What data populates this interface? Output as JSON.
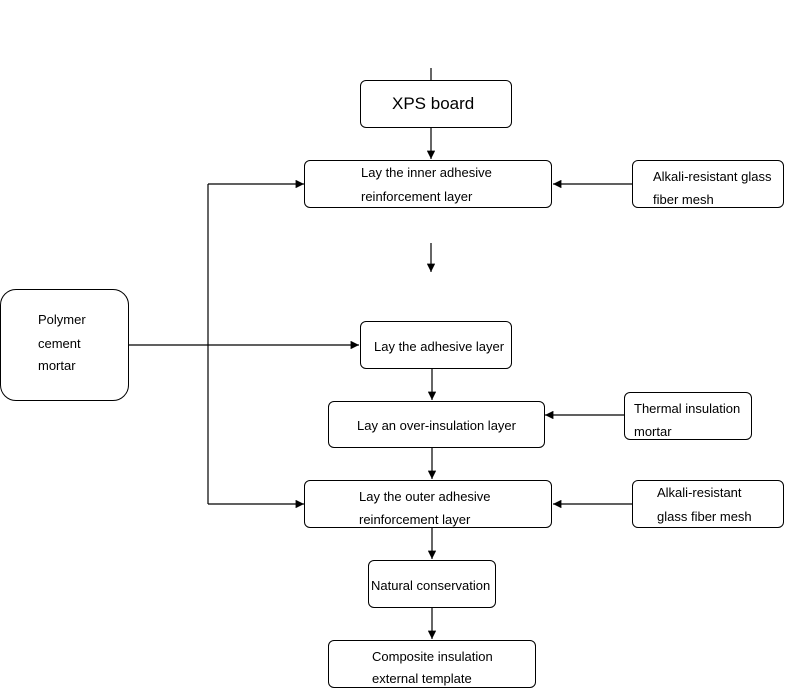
{
  "nodes": {
    "xps_board": {
      "lines": [
        "XPS board"
      ]
    },
    "inner_adhesive": {
      "lines": [
        "Lay the inner adhesive",
        "reinforcement layer"
      ]
    },
    "mesh_top": {
      "lines": [
        "Alkali-resistant glass",
        "fiber mesh"
      ]
    },
    "polymer_mortar": {
      "lines": [
        "Polymer",
        "cement",
        "mortar"
      ]
    },
    "adhesive_layer": {
      "lines": [
        "Lay the adhesive layer"
      ]
    },
    "over_insulation": {
      "lines": [
        "Lay an over-insulation layer"
      ]
    },
    "thermal_mortar": {
      "lines": [
        "Thermal insulation",
        "mortar"
      ]
    },
    "outer_adhesive": {
      "lines": [
        "Lay the outer adhesive",
        "reinforcement layer"
      ]
    },
    "mesh_bottom": {
      "lines": [
        "Alkali-resistant",
        "glass fiber mesh"
      ]
    },
    "natural_conservation": {
      "lines": [
        "Natural conservation"
      ]
    },
    "composite_template": {
      "lines": [
        "Composite insulation",
        "external template"
      ]
    }
  }
}
